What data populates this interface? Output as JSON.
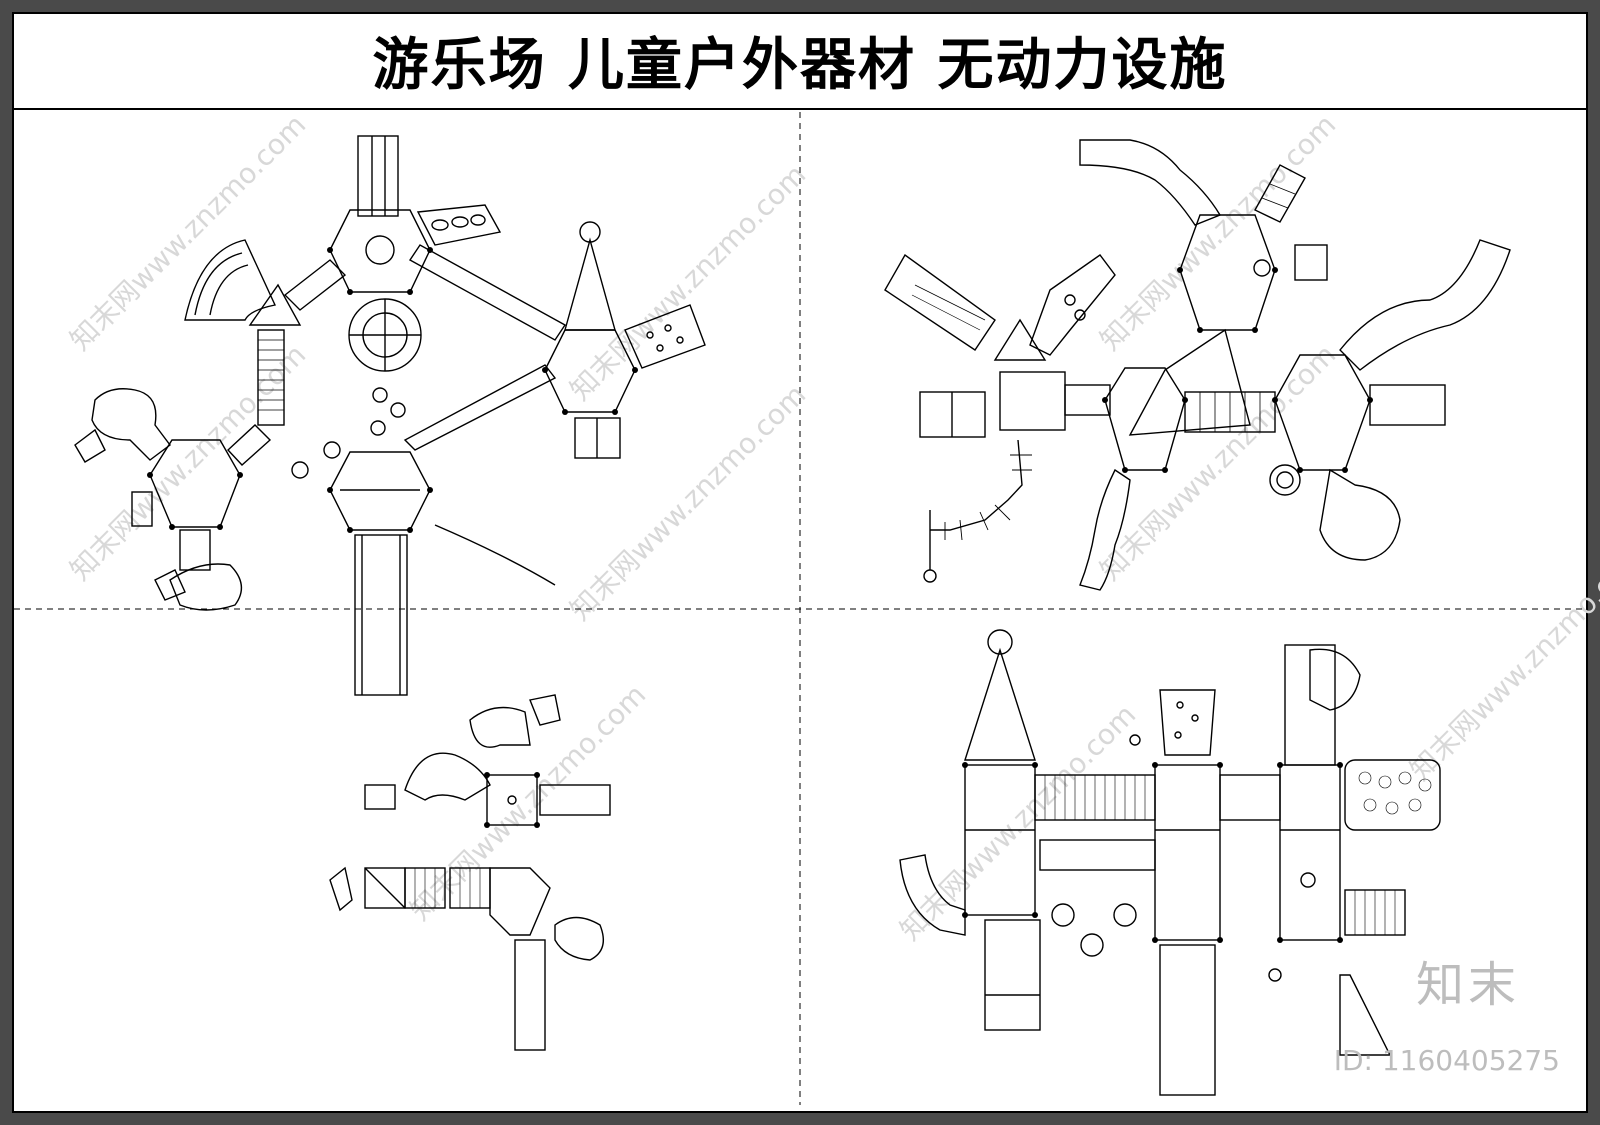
{
  "title": "游乐场  儿童户外器材  无动力设施",
  "brand": "知末",
  "id_label": "ID: 1160405275",
  "watermark": "知末网www.znzmo.com",
  "colors": {
    "frame": "#4a4a4a",
    "line": "#000000",
    "watermark": "#d8d8d8"
  }
}
